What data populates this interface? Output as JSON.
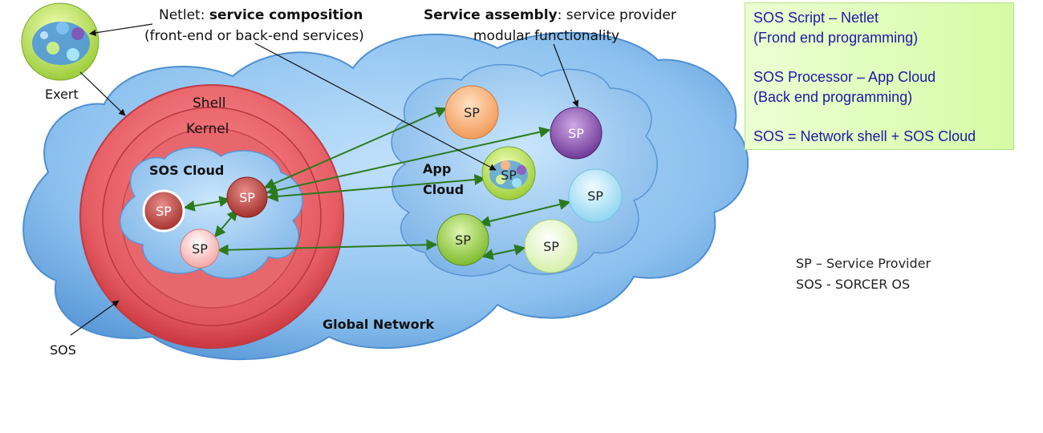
{
  "labels": {
    "exert": "Exert",
    "netlet_bold": "service composition",
    "netlet_prefix": "Netlet: ",
    "netlet_line2": "(front-end or back-end services)",
    "assembly_bold": "Service assembly",
    "assembly_rest": ": service provider",
    "assembly_line2": "modular functionality",
    "shell": "Shell",
    "kernel": "Kernel",
    "sos_cloud": "SOS Cloud",
    "app_cloud_line1": "App",
    "app_cloud_line2": "Cloud",
    "global_network": "Global Network",
    "sos": "SOS",
    "sp": "SP"
  },
  "legend": {
    "entries": [
      {
        "line1": "SOS Script – Netlet",
        "line2": "(Frond end programming)"
      },
      {
        "line1": "SOS Processor – App Cloud",
        "line2": "(Back end programming)"
      },
      {
        "line1": "SOS = Network shell + SOS Cloud",
        "line2": ""
      }
    ]
  },
  "abbreviations": [
    "SP – Service Provider",
    "SOS - SORCER OS"
  ],
  "colors": {
    "cloud_blue": "#8fc3f0",
    "shell_red": "#e6646a",
    "arrow_green": "#2c7a1e",
    "legend_text": "#1a1aa8"
  }
}
